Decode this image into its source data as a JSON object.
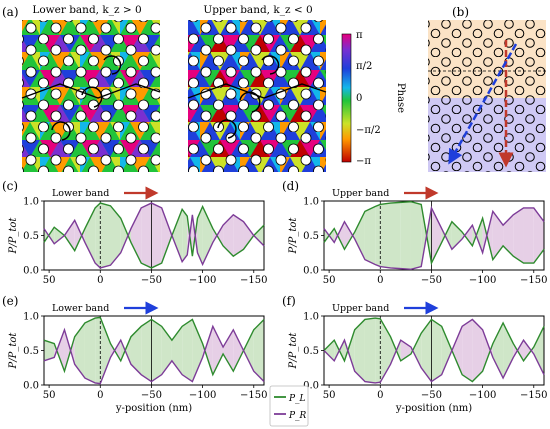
{
  "figure": {
    "panel_labels": [
      "(a)",
      "(b)",
      "(c)",
      "(d)",
      "(e)",
      "(f)"
    ],
    "map_titles": [
      "Lower band, k_z > 0",
      "Upper band, k_z < 0"
    ],
    "colorbar": {
      "label": "Phase",
      "ticks": [
        "π",
        "π/2",
        "0",
        "−π/2",
        "−π"
      ]
    },
    "arrow_colors": {
      "red": "#c0392b",
      "blue": "#1f3fdb"
    },
    "series_colors": {
      "P_L": "#2e8b2e",
      "P_R": "#7d3c98"
    },
    "legend": [
      "P_L",
      "P_R"
    ]
  },
  "chart_data": [
    {
      "type": "line",
      "panel": "(c)",
      "band_label": "Lower band",
      "arrow": "red",
      "ylabel": "P/P_tot",
      "xlabel": "",
      "xlim": [
        55,
        -160
      ],
      "ylim": [
        0,
        1.0
      ],
      "xticks": [
        50,
        0,
        -50,
        -100,
        -150
      ],
      "yticks": [
        0.0,
        0.5,
        1.0
      ],
      "x": [
        55,
        45,
        35,
        25,
        15,
        5,
        0,
        -10,
        -20,
        -30,
        -40,
        -50,
        -60,
        -70,
        -80,
        -85,
        -90,
        -95,
        -100,
        -110,
        -120,
        -130,
        -140,
        -150,
        -160
      ],
      "series": [
        {
          "name": "P_L",
          "values": [
            0.4,
            0.62,
            0.5,
            0.28,
            0.6,
            0.9,
            0.97,
            0.93,
            0.75,
            0.4,
            0.1,
            0.03,
            0.1,
            0.5,
            0.88,
            0.78,
            0.2,
            0.75,
            0.92,
            0.6,
            0.35,
            0.2,
            0.3,
            0.5,
            0.65
          ]
        },
        {
          "name": "P_R",
          "values": [
            0.6,
            0.38,
            0.5,
            0.72,
            0.4,
            0.1,
            0.03,
            0.07,
            0.25,
            0.6,
            0.9,
            0.97,
            0.9,
            0.5,
            0.12,
            0.22,
            0.8,
            0.25,
            0.08,
            0.4,
            0.65,
            0.8,
            0.7,
            0.5,
            0.35
          ]
        }
      ]
    },
    {
      "type": "line",
      "panel": "(d)",
      "band_label": "Upper band",
      "arrow": "red",
      "ylabel": "P/P_tot",
      "xlabel": "",
      "xlim": [
        55,
        -160
      ],
      "ylim": [
        0,
        1.0
      ],
      "xticks": [
        50,
        0,
        -50,
        -100,
        -150
      ],
      "yticks": [
        0.0,
        0.5,
        1.0
      ],
      "x": [
        55,
        45,
        35,
        25,
        15,
        5,
        0,
        -10,
        -20,
        -30,
        -40,
        -50,
        -60,
        -70,
        -80,
        -90,
        -100,
        -110,
        -120,
        -130,
        -140,
        -150,
        -160
      ],
      "series": [
        {
          "name": "P_L",
          "values": [
            0.4,
            0.6,
            0.3,
            0.55,
            0.85,
            0.92,
            0.95,
            0.97,
            0.98,
            0.99,
            0.95,
            0.1,
            0.4,
            0.7,
            0.55,
            0.35,
            0.75,
            0.15,
            0.35,
            0.2,
            0.1,
            0.1,
            0.3
          ]
        },
        {
          "name": "P_R",
          "values": [
            0.6,
            0.4,
            0.7,
            0.45,
            0.15,
            0.08,
            0.05,
            0.03,
            0.02,
            0.01,
            0.05,
            0.9,
            0.6,
            0.3,
            0.45,
            0.65,
            0.25,
            0.85,
            0.65,
            0.8,
            0.9,
            0.9,
            0.7
          ]
        }
      ]
    },
    {
      "type": "line",
      "panel": "(e)",
      "band_label": "Lower band",
      "arrow": "blue",
      "ylabel": "P/P_tot",
      "xlabel": "y-position (nm)",
      "xlim": [
        55,
        -160
      ],
      "ylim": [
        0,
        1.0
      ],
      "xticks": [
        50,
        0,
        -50,
        -100,
        -150
      ],
      "yticks": [
        0.0,
        0.5,
        1.0
      ],
      "x": [
        55,
        45,
        35,
        25,
        15,
        5,
        0,
        -10,
        -20,
        -30,
        -40,
        -50,
        -60,
        -70,
        -80,
        -90,
        -100,
        -110,
        -120,
        -130,
        -140,
        -150,
        -160
      ],
      "series": [
        {
          "name": "P_L",
          "values": [
            0.65,
            0.6,
            0.2,
            0.7,
            0.9,
            0.97,
            0.98,
            0.6,
            0.35,
            0.7,
            0.85,
            0.95,
            0.85,
            0.65,
            0.85,
            0.95,
            0.6,
            0.15,
            0.45,
            0.2,
            0.5,
            0.8,
            0.95
          ]
        },
        {
          "name": "P_R",
          "values": [
            0.35,
            0.4,
            0.8,
            0.3,
            0.1,
            0.03,
            0.02,
            0.4,
            0.65,
            0.3,
            0.15,
            0.05,
            0.15,
            0.35,
            0.15,
            0.05,
            0.4,
            0.85,
            0.55,
            0.8,
            0.5,
            0.2,
            0.05
          ]
        }
      ]
    },
    {
      "type": "line",
      "panel": "(f)",
      "band_label": "Upper band",
      "arrow": "blue",
      "ylabel": "P/P_tot",
      "xlabel": "y-position (nm)",
      "xlim": [
        55,
        -160
      ],
      "ylim": [
        0,
        1.0
      ],
      "xticks": [
        50,
        0,
        -50,
        -100,
        -150
      ],
      "yticks": [
        0.0,
        0.5,
        1.0
      ],
      "x": [
        55,
        45,
        35,
        25,
        15,
        5,
        0,
        -10,
        -20,
        -30,
        -40,
        -50,
        -60,
        -70,
        -80,
        -90,
        -100,
        -110,
        -120,
        -130,
        -140,
        -150,
        -160
      ],
      "series": [
        {
          "name": "P_L",
          "values": [
            0.5,
            0.65,
            0.35,
            0.8,
            0.95,
            0.97,
            0.96,
            0.7,
            0.35,
            0.45,
            0.75,
            0.95,
            0.85,
            0.5,
            0.15,
            0.05,
            0.2,
            0.6,
            0.9,
            0.6,
            0.35,
            0.55,
            0.85
          ]
        },
        {
          "name": "P_R",
          "values": [
            0.5,
            0.35,
            0.65,
            0.2,
            0.05,
            0.03,
            0.04,
            0.3,
            0.65,
            0.55,
            0.25,
            0.05,
            0.15,
            0.5,
            0.85,
            0.95,
            0.8,
            0.4,
            0.1,
            0.4,
            0.65,
            0.45,
            0.15
          ]
        }
      ]
    }
  ]
}
